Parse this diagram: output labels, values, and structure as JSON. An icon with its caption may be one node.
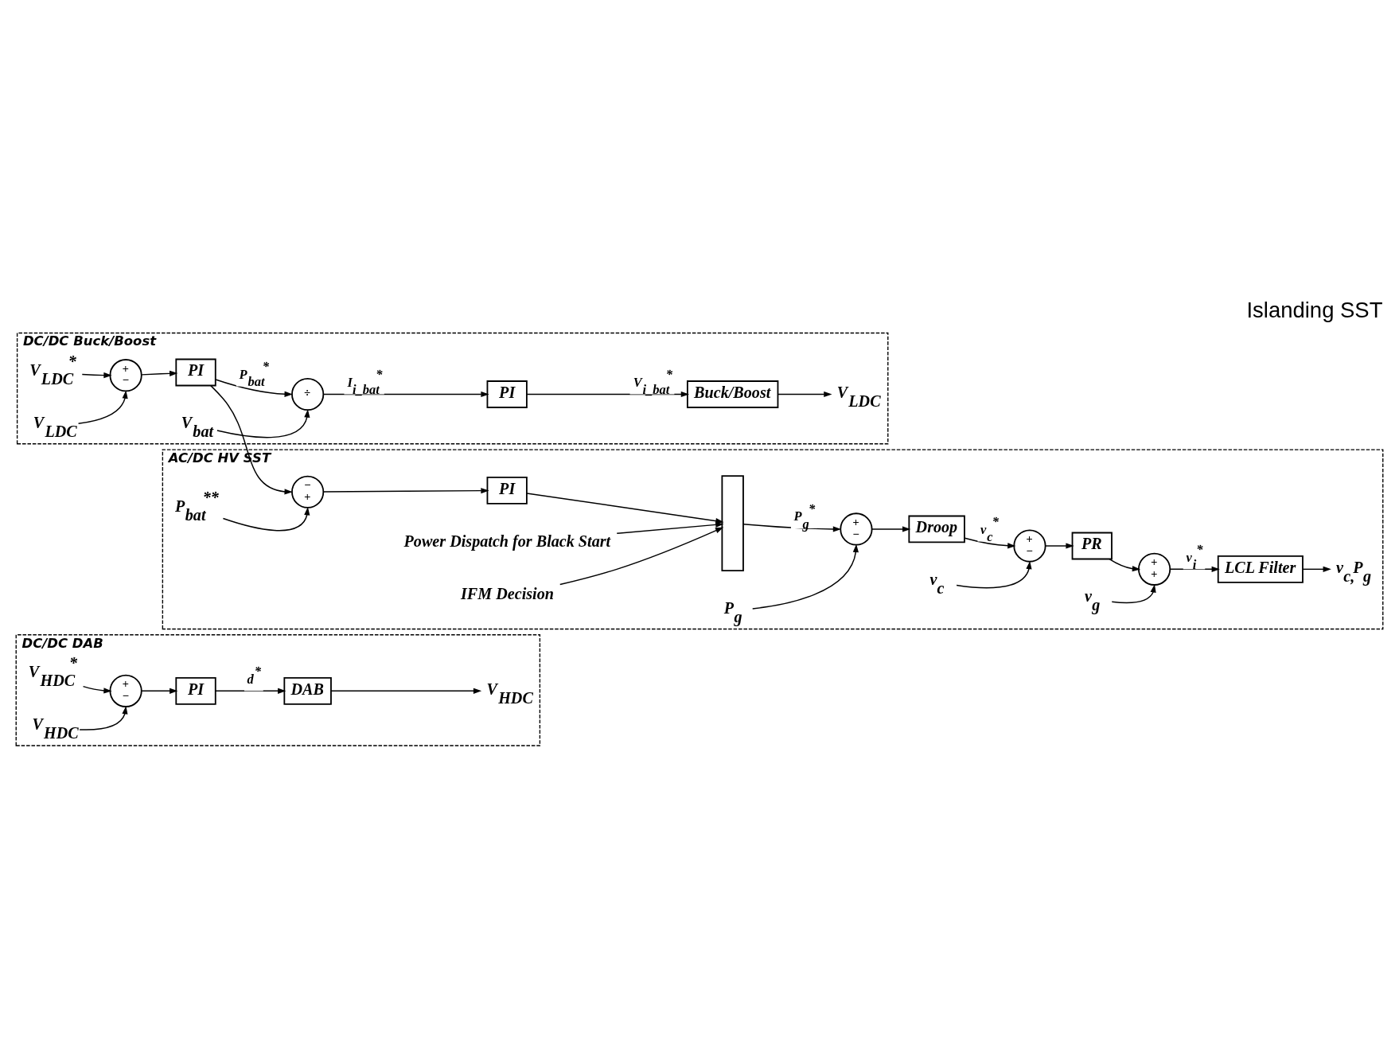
{
  "diagram": {
    "title": "Islanding SST",
    "nodes": [
      {
        "text": [
          "DC/DC DAB"
        ]
      },
      {
        "text": [
          "V$_{HDC}$$^{*}$"
        ],
        "in": 0
      },
      {
        "text": [
          "+",
          "−"
        ],
        "in": 0
      },
      {
        "text": [
          "V$_{HDC}$"
        ],
        "in": 0
      },
      {
        "text": [
          "PI"
        ],
        "in": 0
      },
      {
        "text": [
          "DAB"
        ],
        "in": 0
      },
      {
        "text": [
          "V$_{HDC}$"
        ],
        "in": 0
      },
      {
        "text": [
          "DC/DC Buck/Boost"
        ]
      },
      {
        "text": [
          "V$_{LDC}$$^{*}$"
        ],
        "in": 7
      },
      {
        "text": [
          "+",
          "−"
        ],
        "in": 7
      },
      {
        "text": [
          "V$_{LDC}$"
        ],
        "in": 7
      },
      {
        "text": [
          "PI"
        ],
        "in": 7
      },
      {
        "text": [
          "÷"
        ],
        "in": 7
      },
      {
        "text": [
          "V$_{bat}$"
        ],
        "in": 7
      },
      {
        "text": [
          "PI"
        ],
        "in": 7
      },
      {
        "text": [
          "Buck/Boost"
        ],
        "in": 7
      },
      {
        "text": [
          "V$_{LDC}$"
        ],
        "in": 7
      },
      {
        "text": [
          "AC/DC HV SST"
        ]
      },
      {
        "text": [
          "P$_{bat}$$^{**}$"
        ],
        "in": 17
      },
      {
        "text": [
          "−",
          "+"
        ],
        "in": 17
      },
      {
        "text": [
          "PI"
        ],
        "in": 17
      },
      {
        "text": [
          "Power Dispatch for Black Start"
        ],
        "in": 17
      },
      {
        "text": [
          "IFM Decision"
        ],
        "in": 17
      },
      {
        "text": [],
        "shape": "box",
        "in": 17
      },
      {
        "text": [
          "+",
          "−"
        ],
        "in": 17
      },
      {
        "text": [
          "P$_{g}$"
        ],
        "in": 17
      },
      {
        "text": [
          "Droop"
        ],
        "in": 17
      },
      {
        "text": [
          "+",
          "−"
        ],
        "in": 17
      },
      {
        "text": [
          "v$_{c}$"
        ],
        "in": 17
      },
      {
        "text": [
          "PR"
        ],
        "in": 17
      },
      {
        "text": [
          "+",
          "+"
        ],
        "in": 17
      },
      {
        "text": [
          "v$_{g}$"
        ],
        "in": 17
      },
      {
        "text": [
          "LCL Filter"
        ],
        "in": 17
      },
      {
        "text": [
          "v$_{c,}$P$_{g}$"
        ],
        "in": 17
      }
    ],
    "edges": [
      {
        "from": 1,
        "to": 2,
        "arrow": "to"
      },
      {
        "from": 3,
        "to": 2,
        "arrow": "to"
      },
      {
        "from": 2,
        "to": 4,
        "arrow": "to"
      },
      {
        "from": 4,
        "to": 5,
        "arrow": "to",
        "label": "d$^{*}$"
      },
      {
        "from": 5,
        "to": 6,
        "arrow": "to"
      },
      {
        "from": 8,
        "to": 9,
        "arrow": "to"
      },
      {
        "from": 10,
        "to": 9,
        "arrow": "to"
      },
      {
        "from": 9,
        "to": 11,
        "arrow": "to"
      },
      {
        "from": 11,
        "to": 12,
        "arrow": "to",
        "label": "P$_{bat}$$^{*}$"
      },
      {
        "from": 13,
        "to": 12,
        "arrow": "to"
      },
      {
        "from": 12,
        "to": 14,
        "arrow": "to",
        "label": "I$_{i_bat}$$^{*}$"
      },
      {
        "from": 14,
        "to": 15,
        "arrow": "to",
        "label": "V$_{i_bat}$$^{*}$"
      },
      {
        "from": 15,
        "to": 16,
        "arrow": "to"
      },
      {
        "from": 11,
        "to": 19,
        "arrow": "to"
      },
      {
        "from": 18,
        "to": 19,
        "arrow": "to"
      },
      {
        "from": 19,
        "to": 20,
        "arrow": "to"
      },
      {
        "from": 20,
        "to": 23,
        "arrow": "to"
      },
      {
        "from": 21,
        "to": 23,
        "arrow": "to"
      },
      {
        "from": 22,
        "to": 23,
        "arrow": "to"
      },
      {
        "from": 23,
        "to": 24,
        "arrow": "to",
        "label": "P$_{g}$$^{*}$"
      },
      {
        "from": 25,
        "to": 24,
        "arrow": "to"
      },
      {
        "from": 24,
        "to": 26,
        "arrow": "to"
      },
      {
        "from": 26,
        "to": 27,
        "arrow": "to",
        "label": "v$_{c}$$^{*}$"
      },
      {
        "from": 28,
        "to": 27,
        "arrow": "to"
      },
      {
        "from": 27,
        "to": 29,
        "arrow": "to"
      },
      {
        "from": 29,
        "to": 30,
        "arrow": "to"
      },
      {
        "from": 31,
        "to": 30,
        "arrow": "to"
      },
      {
        "from": 30,
        "to": 32,
        "arrow": "to",
        "label": "v$_{i}$$^{*}$"
      },
      {
        "from": 32,
        "to": 33,
        "arrow": "to"
      }
    ]
  }
}
